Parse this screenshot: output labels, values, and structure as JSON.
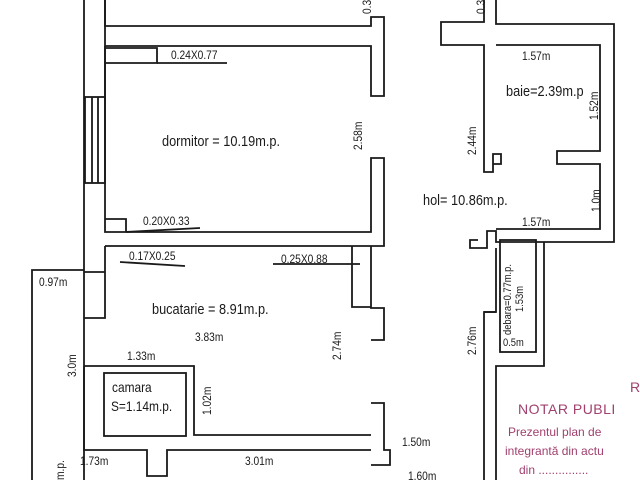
{
  "rooms": {
    "dormitor": "dormitor  =  10.19m.p.",
    "bucatarie": "bucatarie  =  8.91m.p.",
    "camara_name": "camara",
    "camara_area": "S=1.14m.p.",
    "baie": "baie=2.39m.p",
    "hol": "hol=  10.86m.p.",
    "debara": "debara=0.77m.p.",
    "left_partial": "m.p."
  },
  "dimensions": {
    "window_dormitor_top": "0.24X0.77",
    "window_dormitor_bottom": "0.20X0.33",
    "window_bucatarie_left": "0.17X0.25",
    "window_bucatarie_right": "0.25X0.88",
    "dormitor_height": "2.58m",
    "bucatarie_width": "3.83m",
    "bucatarie_height": "2.74m",
    "left_wall": "0.97m",
    "camara_width": "1.33m",
    "camara_left_height": "3.0m",
    "camara_height": "1.02m",
    "bottom_left": "1.73m",
    "bottom_mid": "3.01m",
    "bottom_right_a": "1.50m",
    "bottom_right_b": "1.60m",
    "baie_top_width": "1.57m",
    "baie_height": "1.52m",
    "hol_left_height": "2.44m",
    "hol_right_height": "1.0m",
    "hol_bottom_width": "1.57m",
    "debara_height": "1.53m",
    "debara_width": "0.5m",
    "corridor_height": "2.76m",
    "top_left_partial": "0.3",
    "top_right_partial": "0.3"
  },
  "stamp": {
    "line0": "R",
    "line1": "NOTAR PUBLI",
    "line2": "Prezentul plan de",
    "line3": "integrantă din actu",
    "line4": "din ..............."
  },
  "colors": {
    "wall": "#1a1a1a",
    "stamp": "#a0406e"
  }
}
